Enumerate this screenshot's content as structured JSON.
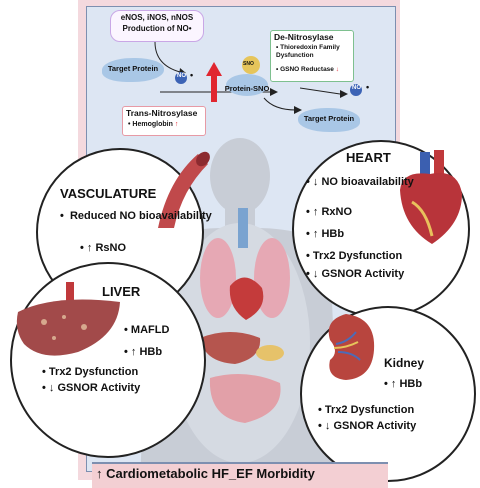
{
  "colors": {
    "frame_bg": "#f4d9de",
    "panel_bg": "#dde6f3",
    "banner_bg": "#f3cfd3",
    "blob_blue": "#a9c7e6",
    "nos_border": "#c9a7e6",
    "denitro_border": "#7ec08f",
    "transnitro_border": "#e79aa5",
    "red_arrow": "#e0262f",
    "body_gray": "#c8cdd6"
  },
  "top_panel": {
    "nos_label": "eNOS, iNOS, nNOS",
    "nos_sub": "Production of NO•",
    "target_protein_left": "Target Protein",
    "no_label": "NO",
    "protein_sno": "Protein-SNO",
    "sno_on_blob": "SNO",
    "target_protein_right": "Target Protein",
    "no_right": "NO",
    "de_nitrosylase": {
      "title": "De-Nitrosylase",
      "items": [
        "Thioredoxin Family Dysfunction",
        "GSNO Reductase"
      ]
    },
    "trans_nitrosylase": {
      "title": "Trans-Nitrosylase",
      "item": "Hemoglobin"
    }
  },
  "vasculature": {
    "title": "VASCULATURE",
    "items": [
      "Reduced NO bioavailability",
      "RsNO"
    ]
  },
  "heart": {
    "title": "HEART",
    "items": [
      "NO bioavailability",
      "RxNO",
      "HBb",
      "Trx2 Dysfunction",
      "GSNOR Activity"
    ]
  },
  "liver": {
    "title": "LIVER",
    "items": [
      "MAFLD",
      "HBb",
      "Trx2 Dysfunction",
      "GSNOR Activity"
    ]
  },
  "kidney": {
    "title": "Kidney",
    "items": [
      "HBb",
      "Trx2 Dysfunction",
      "GSNOR Activity"
    ]
  },
  "banner": {
    "text": "Cardiometabolic HF_EF Morbidity"
  }
}
